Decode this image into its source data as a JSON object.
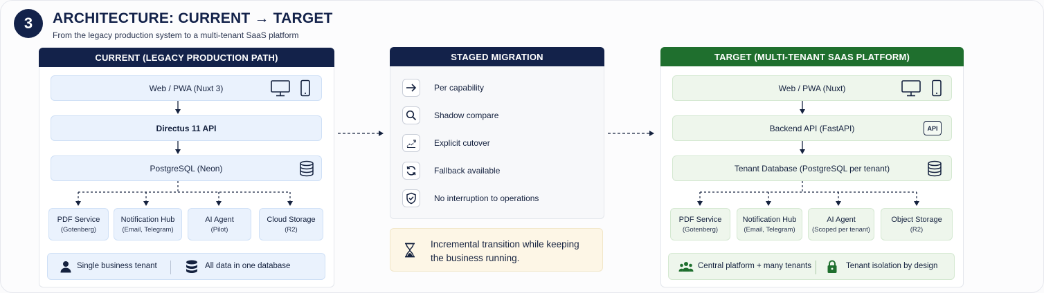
{
  "header": {
    "step_number": "3",
    "title": "ARCHITECTURE: CURRENT → TARGET",
    "subtitle": "From the legacy production system to a multi-tenant SaaS platform"
  },
  "current": {
    "heading": "CURRENT (LEGACY PRODUCTION PATH)",
    "client": "Web / PWA (Nuxt 3)",
    "api": "Directus 11 API",
    "database": "PostgreSQL (Neon)",
    "services": [
      {
        "title": "PDF Service",
        "sub": "(Gotenberg)"
      },
      {
        "title": "Notification Hub",
        "sub": "(Email, Telegram)"
      },
      {
        "title": "AI Agent",
        "sub": "(Pilot)"
      },
      {
        "title": "Cloud Storage",
        "sub": "(R2)"
      }
    ],
    "footer": {
      "left": "Single business tenant",
      "right": "All data in one database"
    }
  },
  "migration": {
    "heading": "STAGED MIGRATION",
    "steps": [
      {
        "label": "Per capability",
        "icon": "arrow-right-icon"
      },
      {
        "label": "Shadow compare",
        "icon": "search-icon"
      },
      {
        "label": "Explicit cutover",
        "icon": "cutover-chart-icon"
      },
      {
        "label": "Fallback available",
        "icon": "refresh-icon"
      },
      {
        "label": "No interruption to operations",
        "icon": "shield-check-icon"
      }
    ],
    "note": "Incremental transition while keeping the business running."
  },
  "target": {
    "heading": "TARGET (MULTI-TENANT SAAS PLATFORM)",
    "client": "Web / PWA (Nuxt)",
    "api": "Backend API (FastAPI)",
    "api_badge": "API",
    "database": "Tenant Database (PostgreSQL per tenant)",
    "services": [
      {
        "title": "PDF Service",
        "sub": "(Gotenberg)"
      },
      {
        "title": "Notification Hub",
        "sub": "(Email, Telegram)"
      },
      {
        "title": "AI Agent",
        "sub": "(Scoped per tenant)"
      },
      {
        "title": "Object Storage",
        "sub": "(R2)"
      }
    ],
    "footer": {
      "left": "Central platform + many tenants",
      "right": "Tenant isolation by design"
    }
  },
  "colors": {
    "navy": "#13224a",
    "green": "#1f6f2e",
    "blue_box": "#eaf2fd",
    "green_box": "#eef6ec",
    "note": "#fdf6e6"
  }
}
